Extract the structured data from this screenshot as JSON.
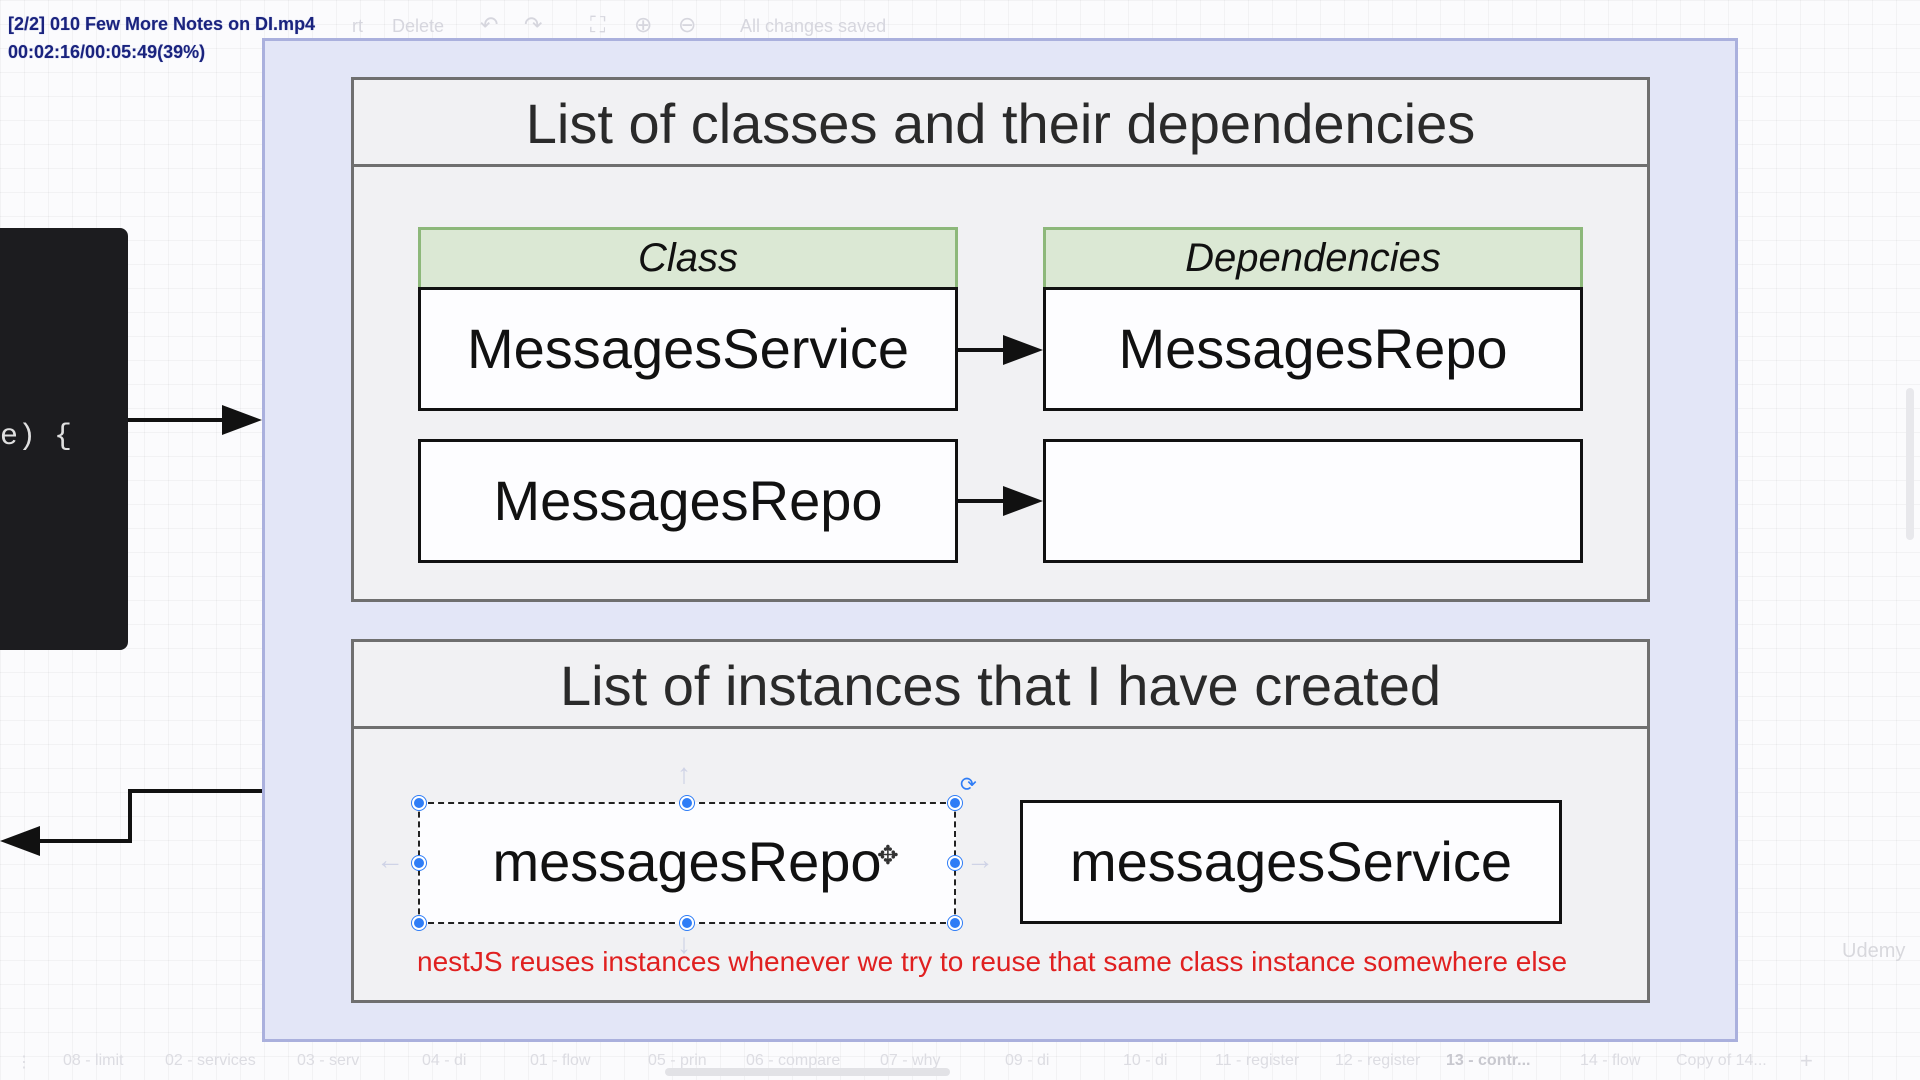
{
  "video": {
    "filename": "[2/2] 010 Few More Notes on DI.mp4",
    "timecode": "00:02:16/00:05:49(39%)"
  },
  "toolbar": {
    "insert_label": "rt",
    "delete_label": "Delete",
    "status": "All changes saved",
    "icons": [
      "undo-icon",
      "redo-icon",
      "fit-icon",
      "zoom-in-icon",
      "zoom-out-icon"
    ]
  },
  "code": {
    "fragment": "e) {"
  },
  "dependencies_panel": {
    "title": "List of classes and their dependencies",
    "class_header": "Class",
    "deps_header": "Dependencies",
    "rows": [
      {
        "class": "MessagesService",
        "dependency": "MessagesRepo"
      },
      {
        "class": "MessagesRepo",
        "dependency": ""
      }
    ]
  },
  "instances_panel": {
    "title": "List of instances that I have created",
    "instances": [
      "messagesRepo",
      "messagesService"
    ],
    "note": "nestJS reuses instances whenever we try to reuse that same class instance somewhere else"
  },
  "tabs": [
    "08 - limit",
    "02 - services",
    "03 - serv",
    "04 - di",
    "01 - flow",
    "05 - prin",
    "06 - compare",
    "07 - why",
    "09 - di",
    "10 - di",
    "11 - register",
    "12 - register",
    "13 - contr...",
    "14 - flow",
    "Copy of 14..."
  ],
  "active_tab": "13 - contr...",
  "add_tab_label": "+",
  "watermark": "Udemy",
  "colors": {
    "accent": "#2f7df6",
    "frame_bg": "#e3e6f7",
    "header_green": "#dbe8d4",
    "note_red": "#e02020"
  }
}
